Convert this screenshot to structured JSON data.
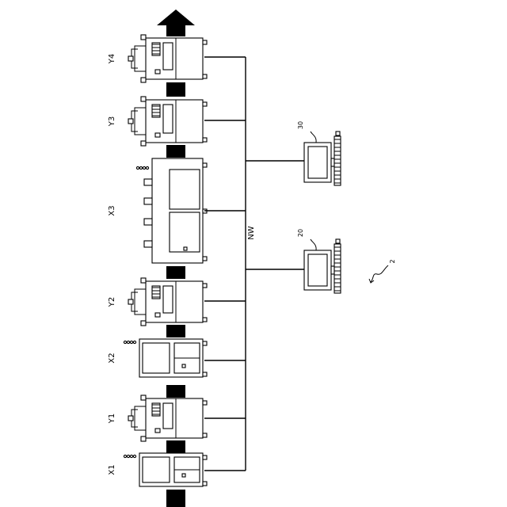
{
  "machines": [
    {
      "id": "X1",
      "label": "X1",
      "kind": "x"
    },
    {
      "id": "Y1",
      "label": "Y1",
      "kind": "y"
    },
    {
      "id": "X2",
      "label": "X2",
      "kind": "x"
    },
    {
      "id": "Y2",
      "label": "Y2",
      "kind": "y"
    },
    {
      "id": "X3",
      "label": "X3",
      "kind": "big"
    },
    {
      "id": "Y3",
      "label": "Y3",
      "kind": "y"
    },
    {
      "id": "Y4",
      "label": "Y4",
      "kind": "y"
    }
  ],
  "network": {
    "label": "NW"
  },
  "computers": [
    {
      "id": "c30",
      "label": "30"
    },
    {
      "id": "c20",
      "label": "20"
    }
  ],
  "system": {
    "label": "2"
  }
}
